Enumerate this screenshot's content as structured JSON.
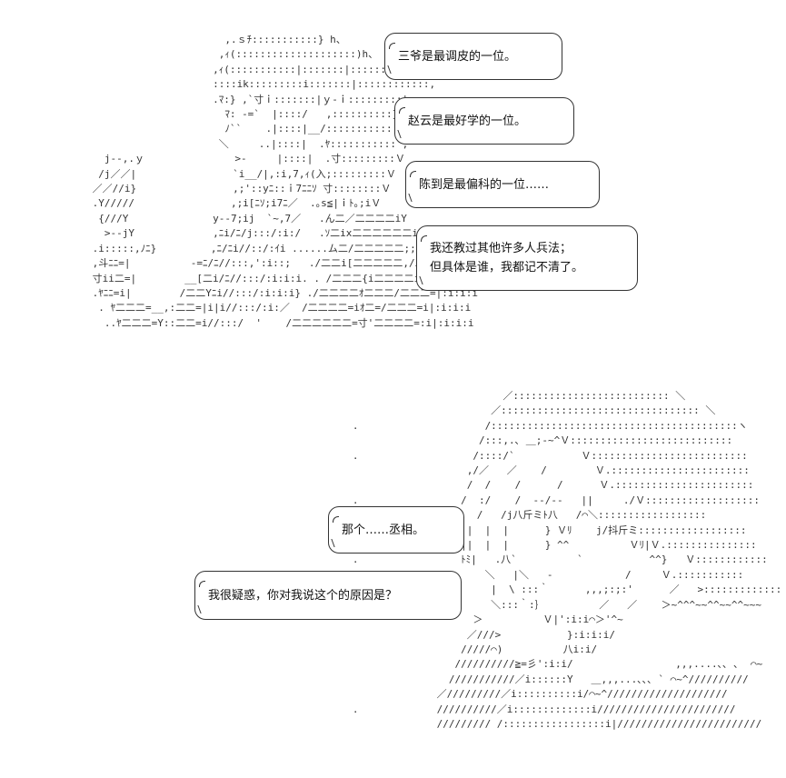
{
  "art_top": [
    "                       ,.ｓﾁ:::::::::::} h、",
    "                      ,ｨ(::::::::::::::::::::)h、",
    "                     ,ｨ(:::::::::::|:::::::|::::::::::::,",
    "                     ::::ik:::::::::i:::::::|::::::::::::,",
    "                     .ﾏ:} ,`寸ｉ:::::::|ｙ-ｉ:::::::::|",
    "                       ﾏ: -=`  |::::/   ,::::::::::}",
    "                       ﾉ``    .|::::|__/::::::::::::i",
    "                      ＼     ..|::::|  .ﾔ:::::::::::',",
    "   j--,.ｙ               >-     |::::|  .寸:::::::::Ｖ",
    "  /j／／|                `i__/|,:i,7,ｨ(入;:::::::::Ｖ",
    " ／／//i}                ,;'::yﾆ::ｉ7ﾆﾆｿ 寸::::::::Ｖ",
    " .Y/////                ,;i[ﾆｿ;i7ﾆ／  .｡s≦|ｉﾄ｡;iＶ",
    "  {///Y              y--7;ij  `~,7／   .ん二／二二二二iY",
    "   >--jY             ,ﾆi/ﾆ/j:::/:i:/   .ｿ二ix二二二二二二i|:i;",
    " .i:::::,ﾉﾆ}         ,ﾆ/ﾆi//::/:ｲi ......ム二/二二二二二;;:二}::i;",
    " ,斗ﾆﾆ=|          -=ﾆ/ﾆ//:::,':i::;   ./二二i[二二二二二,/二i|:i:i:i",
    " 寸ii二=|        __[二i/ﾆ//:::/:i:i:i. . /二二二{i二二二二i/二二=|:i:i:i",
    " .ﾔﾆﾆ=i|        /二二Yﾆi//:::/:i:i:i} ./二二二二ｵ二二二/二二二=|:i:i:i",
    "  . ﾔ二二二=__,:二二=|i|i//:::/:i:／  /二二二二=iｵ二=/二二二=i|:i:i:i",
    "   ..ﾔ二二二=Y::二二=i//:::/  '    /二二二二二二=寸'二二二二=:i|:i:i:i"
  ],
  "art_bottom": [
    "                            ／:::::::::::::::::::::::::: ＼",
    "                          ／::::::::::::::::::::::::::::::::: ＼",
    "   .                     /:::::::::::::::::::::::::::::::::::::::::ヽ",
    "                        /:::,.､ ＿;-~^Ｖ:::::::::::::::::::::::::::",
    "   .                   /::::/`           Ｖ::::::::::::::::::::::::::",
    "                      ,/／   ／    /        Ｖ.:::::::::::::::::::::::",
    "                      /  /    /      /      Ｖ.:::::::::::::::::::::::",
    "   .                 /  :/    /  --/--   ||     ./Ｖ:::::::::::::::::::",
    "                   ＼|  /   /j八斤ミﾄ八   /⌒＼::::::::::::::::::",
    "                     ||  |  |      } Ｖﾘ    j/抖斤ミ::::::::::::::::::",
    "                     ||  |  |      } ^^          Ｖﾘ|Ｖ.:::::::::::::::",
    "   .                 ﾄﾐ|   .八`          `           ^^}   Ｖ::::::::::::",
    "                         ＼   |＼   -            /     Ｖ.:::::::::::",
    "                          |  \\ :::｀      ,,,;:;:'      ／   >:::::::::::::",
    "                          ＼:::｀:｝         ／   ／    ＞~^^^~~^^~~^^~~~",
    "                       ＞          Ｖ|':i:i⌒＞'^~",
    "                      ／///>           }:i:i:i/",
    "                     /////⌒)          八i:i/",
    "                    //////////≧=彡':i:i/                 ,,,....､､ ､  ⌒~",
    "                   ///////////／i::::::Y   ＿,,,...､､､ ` ⌒~^//////////",
    "                 ／/////////／i::::::::::i/⌒~^////////////////////",
    "   .             //////////／i:::::::::::::i///////////////////////",
    "                 ///////// /:::::::::::::::::i|////////////////////////"
  ],
  "bubbles": [
    {
      "lines": [
        "三爷是最调皮的一位。"
      ]
    },
    {
      "lines": [
        "赵云是最好学的一位。"
      ]
    },
    {
      "lines": [
        "陈到是最偏科的一位……"
      ]
    },
    {
      "lines": [
        "我还教过其他许多人兵法；",
        "但具体是谁，我都记不清了。"
      ]
    },
    {
      "lines": [
        "那个……丞相。"
      ]
    },
    {
      "lines": [
        "我很疑惑，你对我说这个的原因是？"
      ]
    }
  ]
}
